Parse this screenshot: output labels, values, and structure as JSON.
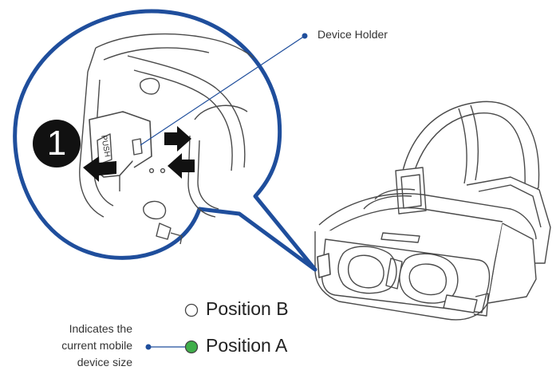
{
  "callouts": {
    "device_holder": "Device Holder",
    "step_number": "1",
    "push_text": "PUSH"
  },
  "legend": {
    "position_b": "Position B",
    "position_a": "Position A",
    "note_lines": [
      "Indicates the",
      "current mobile",
      "device size"
    ]
  },
  "colors": {
    "callout_blue": "#1f4e9c",
    "position_a_green": "#3fae4a",
    "line_gray": "#555555"
  }
}
